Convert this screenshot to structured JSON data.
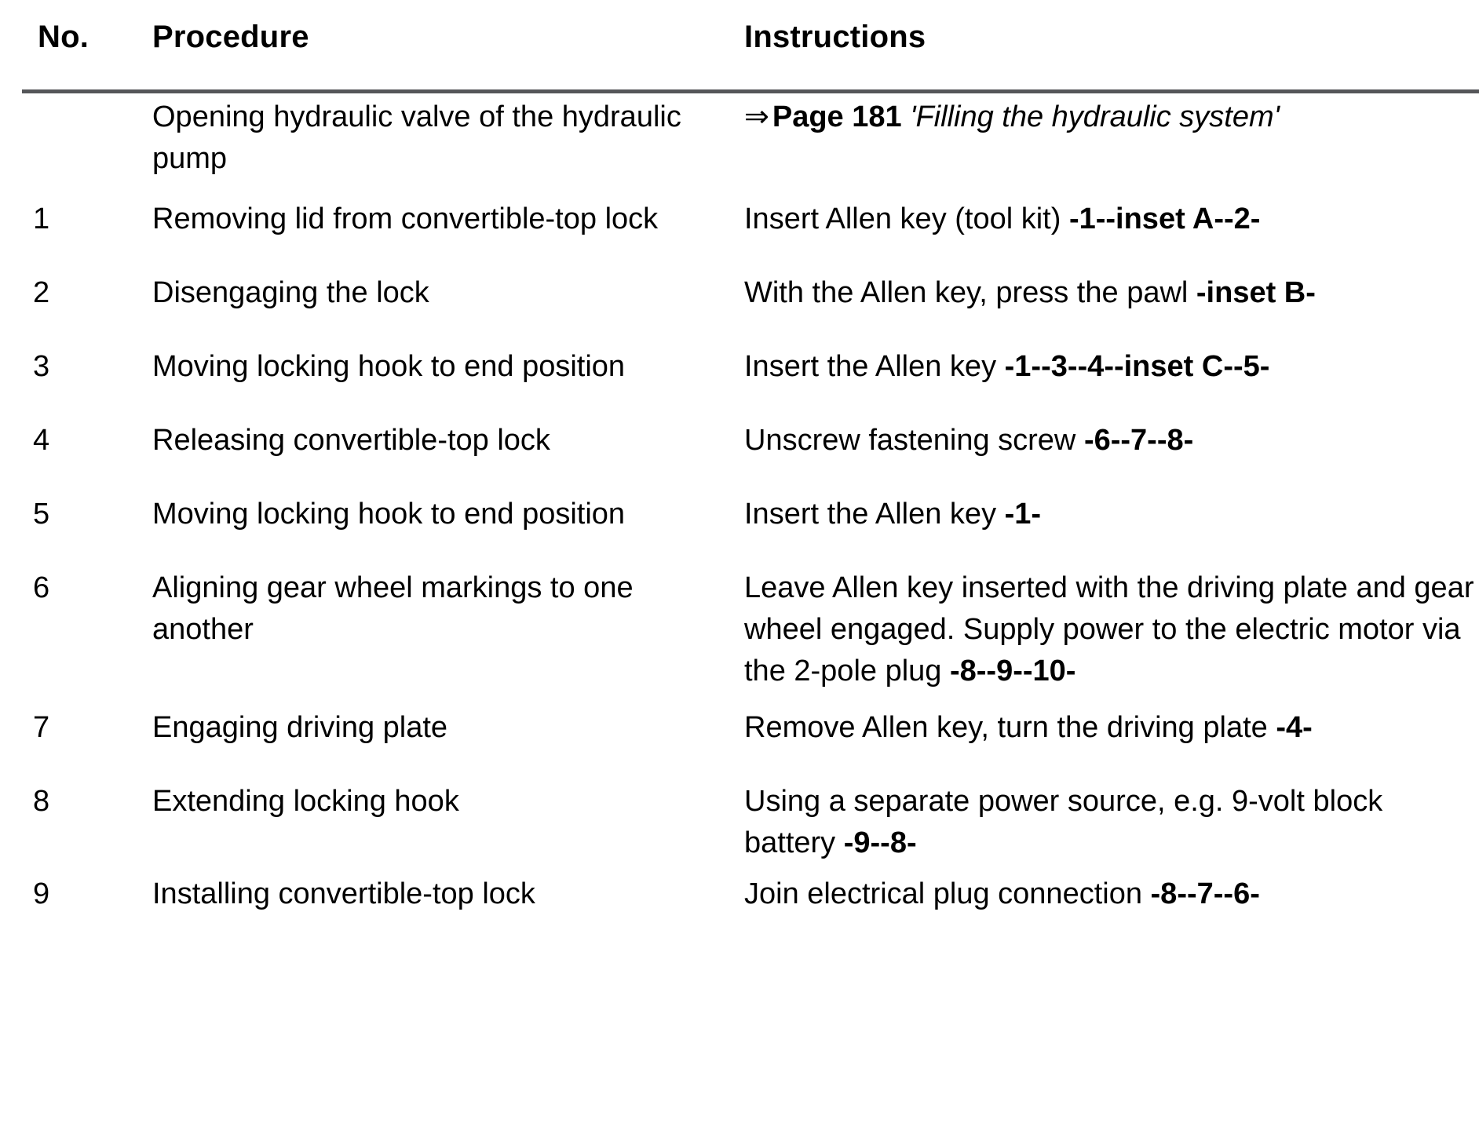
{
  "table": {
    "columns": {
      "no": "No.",
      "procedure": "Procedure",
      "instructions": "Instructions"
    },
    "rule_color": "#555659",
    "rows": [
      {
        "no": "",
        "procedure": "Opening hydraulic valve of the hydraulic pump",
        "instruction_parts": {
          "arrow": "⇒",
          "page_reference": "Page 181",
          "chapter_title": "'Filling the hydraulic system'"
        },
        "instruction_plain": "⇒ Page 181 'Filling the hydraulic system'"
      },
      {
        "no": "1",
        "procedure": "Removing lid from convertible-top lock",
        "instruction_parts": {
          "text": "Insert Allen key (tool kit) ",
          "reference": "-1--inset A--2-"
        },
        "instruction_plain": "Insert Allen key (tool kit) -1--inset A--2-"
      },
      {
        "no": "2",
        "procedure": "Disengaging the lock",
        "instruction_parts": {
          "text": "With the Allen key, press the pawl ",
          "reference": "-inset B-"
        },
        "instruction_plain": "With the Allen key, press the pawl -inset B-"
      },
      {
        "no": "3",
        "procedure": "Moving locking hook to end position",
        "instruction_parts": {
          "text": "Insert the Allen key ",
          "reference": "-1--3--4--inset C--5-"
        },
        "instruction_plain": "Insert the Allen key -1--3--4--inset C--5-"
      },
      {
        "no": "4",
        "procedure": "Releasing convertible-top lock",
        "instruction_parts": {
          "text": "Unscrew fastening screw ",
          "reference": "-6--7--8-"
        },
        "instruction_plain": "Unscrew fastening screw -6--7--8-"
      },
      {
        "no": "5",
        "procedure": "Moving locking hook to end position",
        "instruction_parts": {
          "text": "Insert the Allen key ",
          "reference": "-1-"
        },
        "instruction_plain": "Insert the Allen key -1-"
      },
      {
        "no": "6",
        "procedure": "Aligning gear wheel markings to one another",
        "instruction_parts": {
          "text": "Leave Allen key inserted with the driving plate and gear wheel engaged. Supply power to the electric motor via the 2-pole plug ",
          "reference": "-8--9--10-"
        },
        "instruction_plain": "Leave Allen key inserted with the driving plate and gear wheel engaged. Supply power to the electric motor via the 2-pole plug -8--9--10-"
      },
      {
        "no": "7",
        "procedure": "Engaging driving plate",
        "instruction_parts": {
          "text": "Remove Allen key, turn the driving plate ",
          "reference": "-4-"
        },
        "instruction_plain": "Remove Allen key, turn the driving plate -4-"
      },
      {
        "no": "8",
        "procedure": "Extending locking hook",
        "instruction_parts": {
          "text": "Using a separate power source, e.g. 9-volt block battery ",
          "reference": "-9--8-"
        },
        "instruction_plain": "Using a separate power source, e.g. 9-volt block battery -9--8-"
      },
      {
        "no": "9",
        "procedure": "Installing convertible-top lock",
        "instruction_parts": {
          "text": "Join electrical plug connection ",
          "reference": "-8--7--6-"
        },
        "instruction_plain": "Join electrical plug connection -8--7--6-"
      }
    ]
  }
}
